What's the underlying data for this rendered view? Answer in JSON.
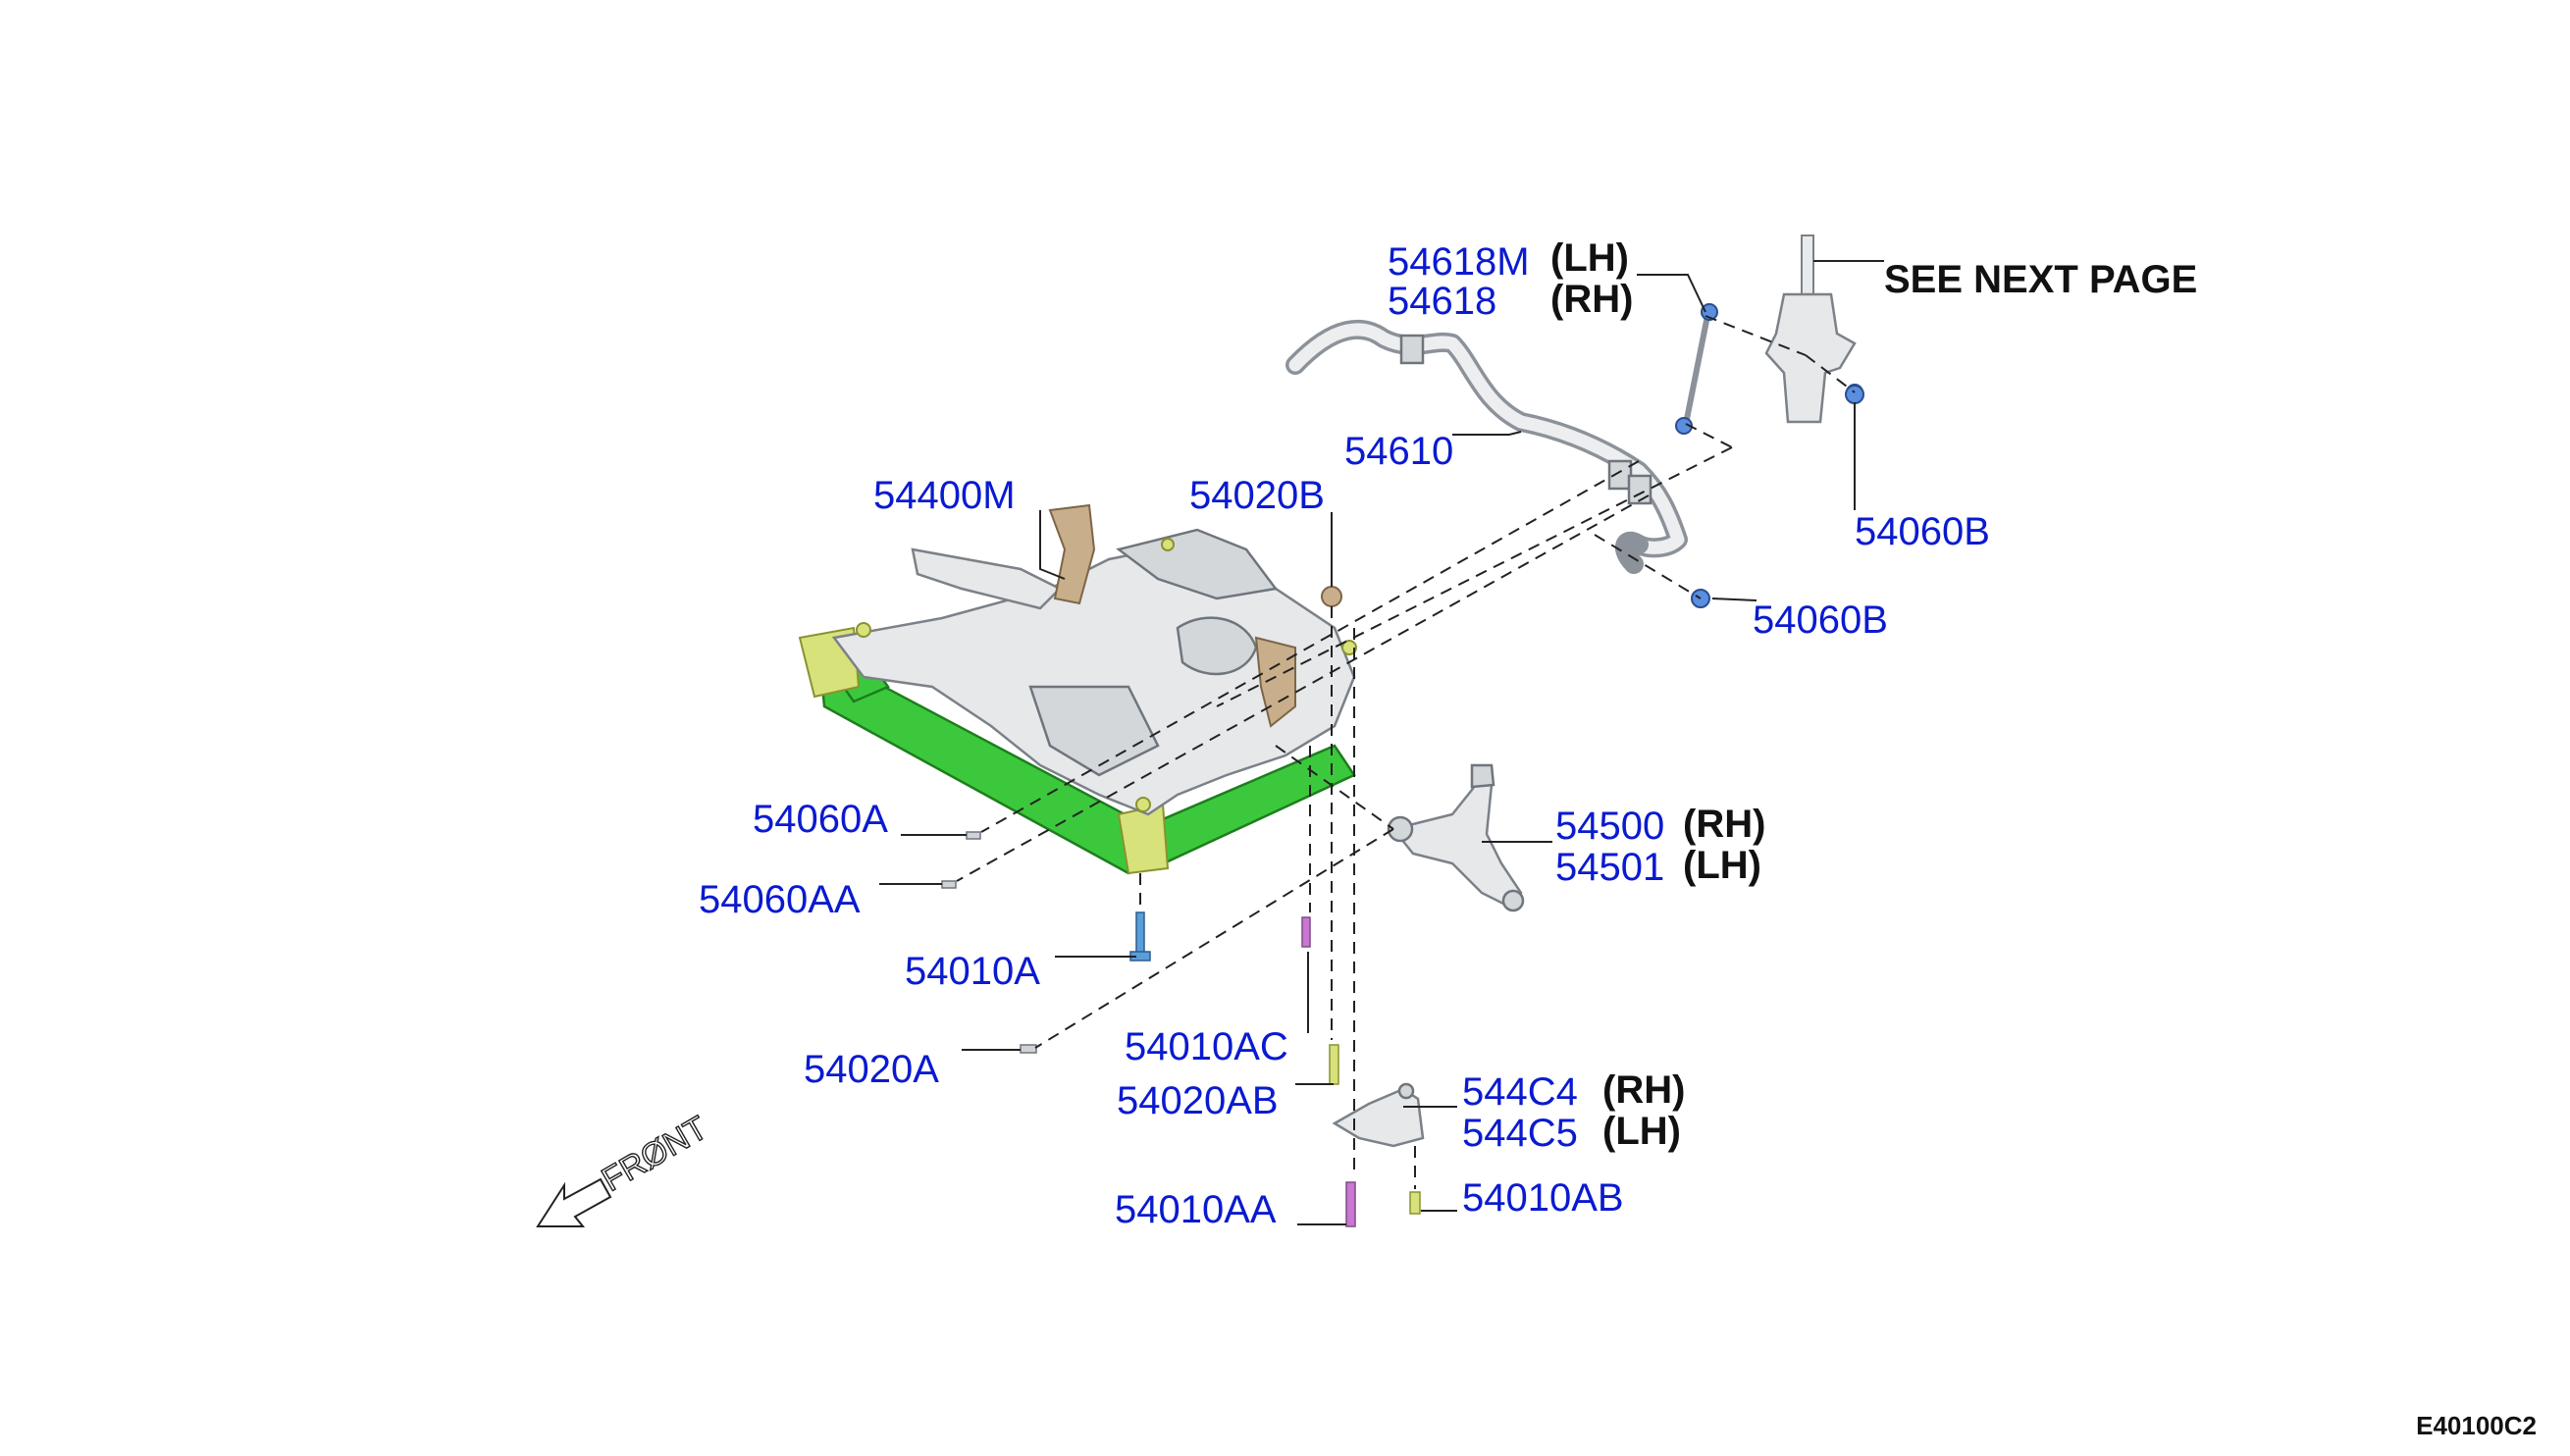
{
  "callouts": {
    "p54618m": "54618M",
    "p54618m_side": "(LH)",
    "p54618": "54618",
    "p54618_side": "(RH)",
    "see_next": "SEE NEXT PAGE",
    "p54610": "54610",
    "p54400m": "54400M",
    "p54020b": "54020B",
    "p54060b_top": "54060B",
    "p54060b_mid": "54060B",
    "p54060a": "54060A",
    "p54060aa": "54060AA",
    "p54500": "54500",
    "p54500_side": "(RH)",
    "p54501": "54501",
    "p54501_side": "(LH)",
    "p54010a": "54010A",
    "p54010ac": "54010AC",
    "p54020a": "54020A",
    "p54020ab": "54020AB",
    "p544c4": "544C4",
    "p544c4_side": "(RH)",
    "p544c5": "544C5",
    "p544c5_side": "(LH)",
    "p54010aa": "54010AA",
    "p54010ab": "54010AB"
  },
  "front_label": "FRØNT",
  "diagram_code": "E40100C2",
  "colors": {
    "part_number": "#0a1ad0",
    "side_text": "#111111",
    "subframe_green": "#3cc83c",
    "metal": "#e6e8ea"
  }
}
